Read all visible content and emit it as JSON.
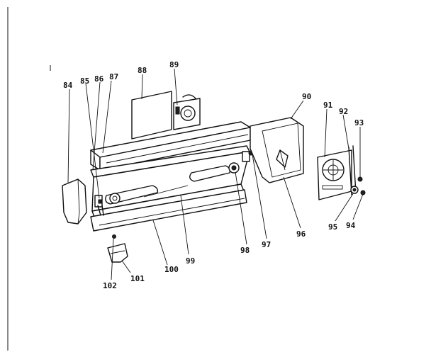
{
  "callouts": {
    "c84": "84",
    "c85": "85",
    "c86": "86",
    "c87": "87",
    "c88": "88",
    "c89": "89",
    "c90": "90",
    "c91": "91",
    "c92": "92",
    "c93": "93",
    "c94": "94",
    "c95": "95",
    "c96": "96",
    "c97": "97",
    "c98": "98",
    "c99": "99",
    "c100": "100",
    "c101": "101",
    "c102": "102"
  }
}
